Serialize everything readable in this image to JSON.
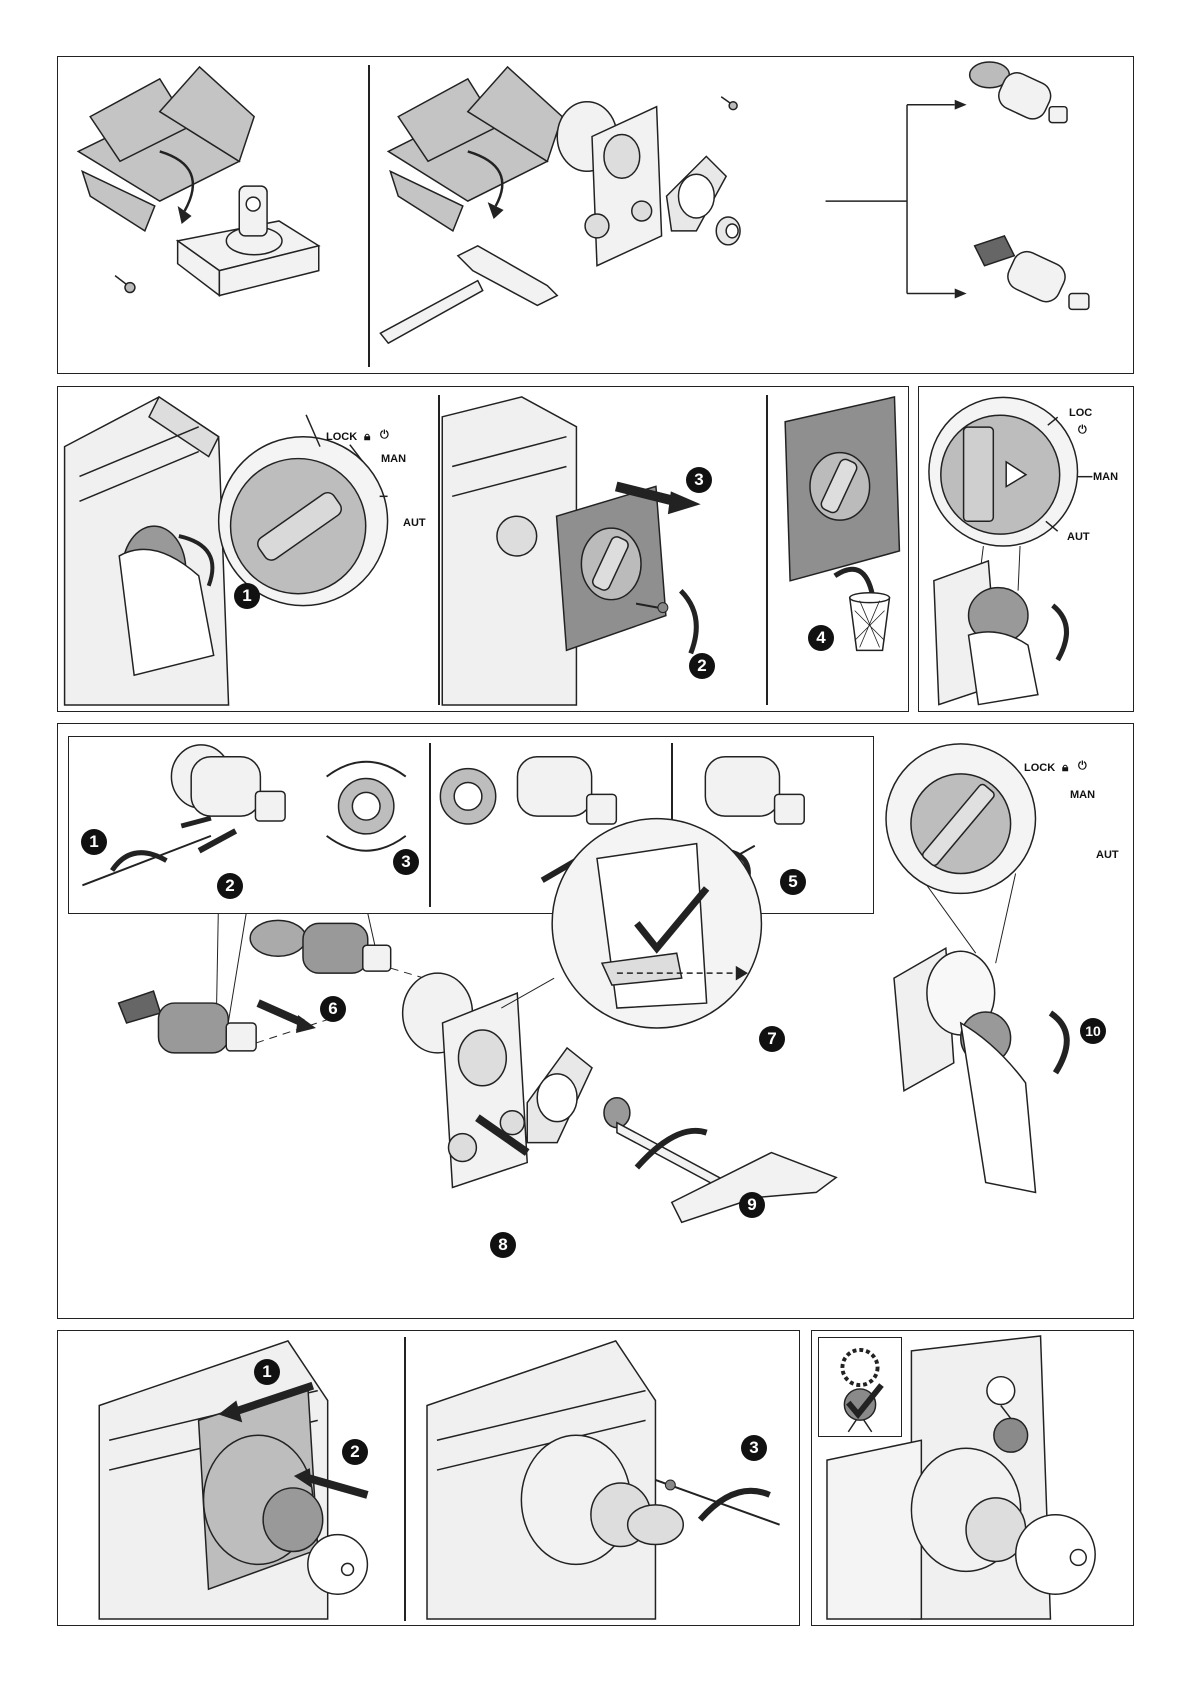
{
  "steps": {
    "s1": "1",
    "s2": "2",
    "s3": "3",
    "s4": "4",
    "s5": "5",
    "s6": "6",
    "s7": "7",
    "s8": "8",
    "s9": "9",
    "s10": "10"
  },
  "dial_labels": {
    "lock": "LOCK",
    "lock_truncated": "LOC",
    "man": "MAN",
    "aut": "AUT"
  },
  "icons": {
    "lock": "lock-icon",
    "power": "power-icon",
    "trash": "wastebasket-icon",
    "check": "checkmark-icon",
    "seal": "seal-check-icon"
  },
  "colors": {
    "line": "#222222",
    "gray_fill": "#bdbdbd",
    "dark_gray": "#8a8a8a",
    "badge": "#111111"
  }
}
